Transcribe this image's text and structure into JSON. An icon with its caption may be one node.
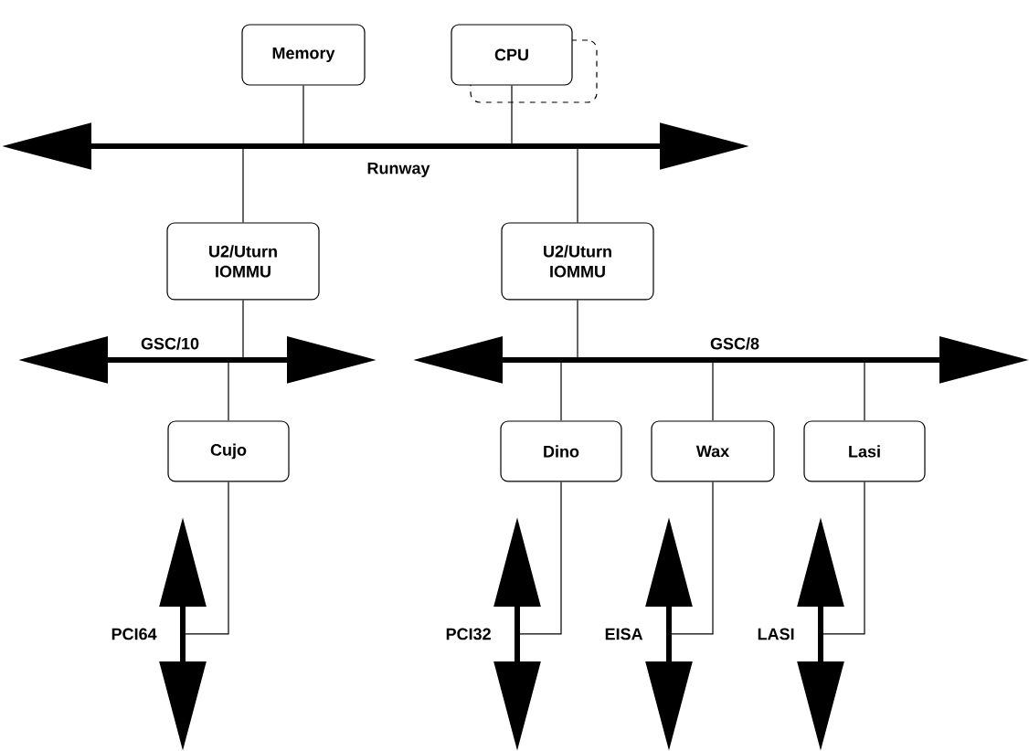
{
  "diagram": {
    "nodes": [
      {
        "text": [
          "Memory"
        ]
      },
      {
        "text": [
          "CPU"
        ]
      },
      {
        "text": [],
        "shape": "box"
      },
      {
        "text": [
          "Runway"
        ]
      },
      {
        "text": [
          "U2/Uturn IOMMU"
        ]
      },
      {
        "text": [
          "U2/Uturn IOMMU"
        ]
      },
      {
        "text": [
          "GSC/10"
        ]
      },
      {
        "text": [
          "GSC/8"
        ]
      },
      {
        "text": [
          "Cujo"
        ]
      },
      {
        "text": [
          "Dino"
        ]
      },
      {
        "text": [
          "Wax"
        ]
      },
      {
        "text": [
          "Lasi"
        ]
      },
      {
        "text": [
          "PCI64"
        ]
      },
      {
        "text": [
          "PCI32"
        ]
      },
      {
        "text": [
          "EISA"
        ]
      },
      {
        "text": [
          "LASI"
        ]
      }
    ],
    "edges": [
      {
        "from": 0,
        "to": 3,
        "arrow": "none"
      },
      {
        "from": 1,
        "to": 3,
        "arrow": "none"
      },
      {
        "from": 3,
        "to": 4,
        "arrow": "none"
      },
      {
        "from": 3,
        "to": 5,
        "arrow": "none"
      },
      {
        "from": 4,
        "to": 6,
        "arrow": "none"
      },
      {
        "from": 5,
        "to": 7,
        "arrow": "none"
      },
      {
        "from": 6,
        "to": 8,
        "arrow": "none"
      },
      {
        "from": 7,
        "to": 9,
        "arrow": "none"
      },
      {
        "from": 7,
        "to": 10,
        "arrow": "none"
      },
      {
        "from": 7,
        "to": 11,
        "arrow": "none"
      },
      {
        "from": 8,
        "to": 12,
        "arrow": "none"
      },
      {
        "from": 9,
        "to": 13,
        "arrow": "none"
      },
      {
        "from": 10,
        "to": 14,
        "arrow": "none"
      },
      {
        "from": 11,
        "to": 15,
        "arrow": "none"
      }
    ]
  }
}
